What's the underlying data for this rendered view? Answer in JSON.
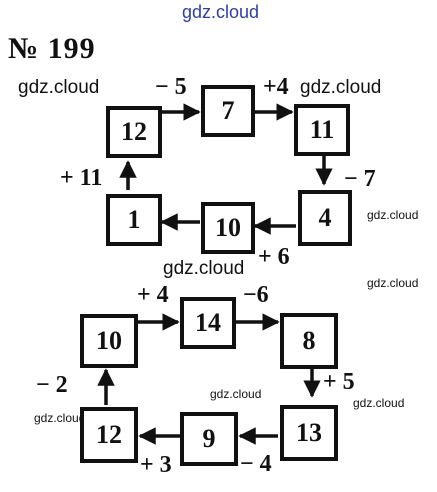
{
  "watermark_top": "gdz.cloud",
  "title": "№ 199",
  "watermarks": {
    "w1": "gdz.cloud",
    "w2": "gdz.cloud",
    "w3": "gdz.cloud",
    "w4": "gdz.cloud",
    "w5": "gdz.cloud",
    "w6": "gdz.cloud",
    "w7": "gdz.cloud",
    "w8": "gdz.cloud"
  },
  "puzzle1": {
    "boxes": {
      "b12": "12",
      "b7": "7",
      "b11": "11",
      "b4": "4",
      "b10": "10",
      "b1": "1"
    },
    "ops": {
      "minus5": "− 5",
      "plus4": "+4",
      "minus7": "− 7",
      "plus6": "+ 6",
      "plus11": "+ 11"
    }
  },
  "puzzle2": {
    "boxes": {
      "b10": "10",
      "b14": "14",
      "b8": "8",
      "b13": "13",
      "b9": "9",
      "b12": "12"
    },
    "ops": {
      "plus4": "+ 4",
      "minus6": "−6",
      "plus5": "+ 5",
      "minus4": "− 4",
      "plus3": "+ 3",
      "minus2": "− 2"
    }
  }
}
